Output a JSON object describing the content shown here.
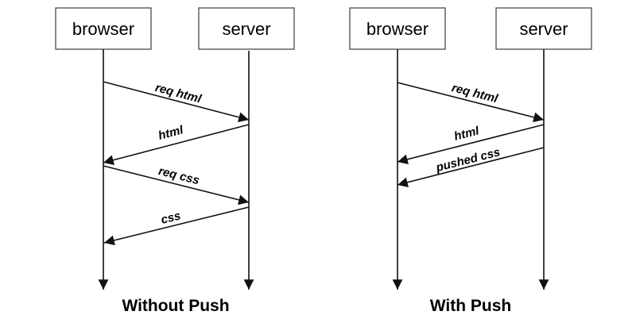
{
  "colors": {
    "background": "#ffffff",
    "box_border": "#4a4a4a",
    "line": "#111111",
    "text": "#000000"
  },
  "diagrams": {
    "without_push": {
      "caption": "Without Push",
      "participants": {
        "browser": "browser",
        "server": "server"
      },
      "messages": {
        "req_html": "req html",
        "html": "html",
        "req_css": "req css",
        "css": "css"
      }
    },
    "with_push": {
      "caption": "With Push",
      "participants": {
        "browser": "browser",
        "server": "server"
      },
      "messages": {
        "req_html": "req html",
        "html": "html",
        "pushed_css": "pushed css"
      }
    }
  }
}
